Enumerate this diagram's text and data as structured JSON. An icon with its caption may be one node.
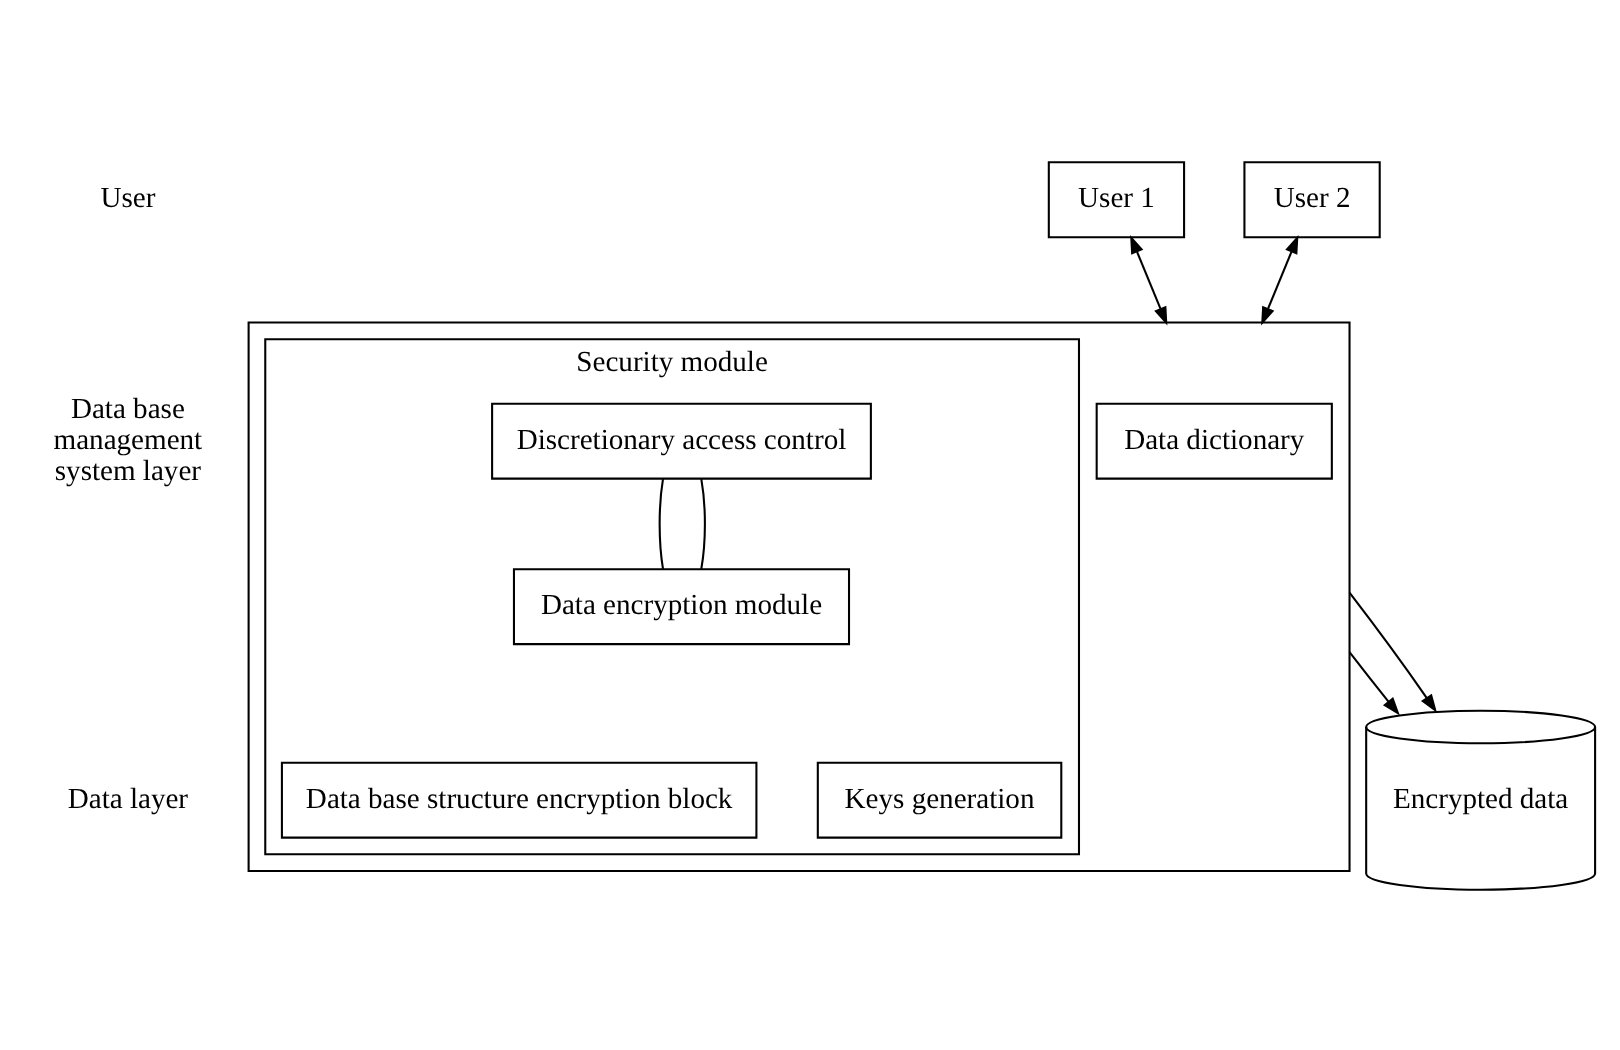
{
  "diagram": {
    "nodes": [
      {
        "text": [
          "User 1"
        ]
      },
      {
        "text": [
          "User 2"
        ]
      },
      {
        "text": [],
        "shape": "box"
      },
      {
        "text": [
          "Security module"
        ],
        "in": 2
      },
      {
        "text": [
          "Discretionary access control"
        ],
        "in": 3
      },
      {
        "text": [
          "Data encryption module"
        ],
        "in": 3
      },
      {
        "text": [
          "Data base structure encryption block"
        ],
        "in": 3
      },
      {
        "text": [
          "Keys generation"
        ],
        "in": 3
      },
      {
        "text": [
          "Data dictionary"
        ],
        "in": 2
      },
      {
        "text": [
          "Encrypted data"
        ]
      }
    ],
    "edges": [
      {
        "from": 0,
        "to": 2,
        "arrow": "both"
      },
      {
        "from": 1,
        "to": 2,
        "arrow": "both"
      },
      {
        "from": 4,
        "to": 5,
        "arrow": "none"
      },
      {
        "from": 4,
        "to": 5,
        "arrow": "none"
      },
      {
        "from": 2,
        "to": 9,
        "arrow": "to"
      },
      {
        "from": 2,
        "to": 9,
        "arrow": "to"
      }
    ],
    "labels": [
      "User",
      "Data base management system layer",
      "Data layer"
    ]
  }
}
